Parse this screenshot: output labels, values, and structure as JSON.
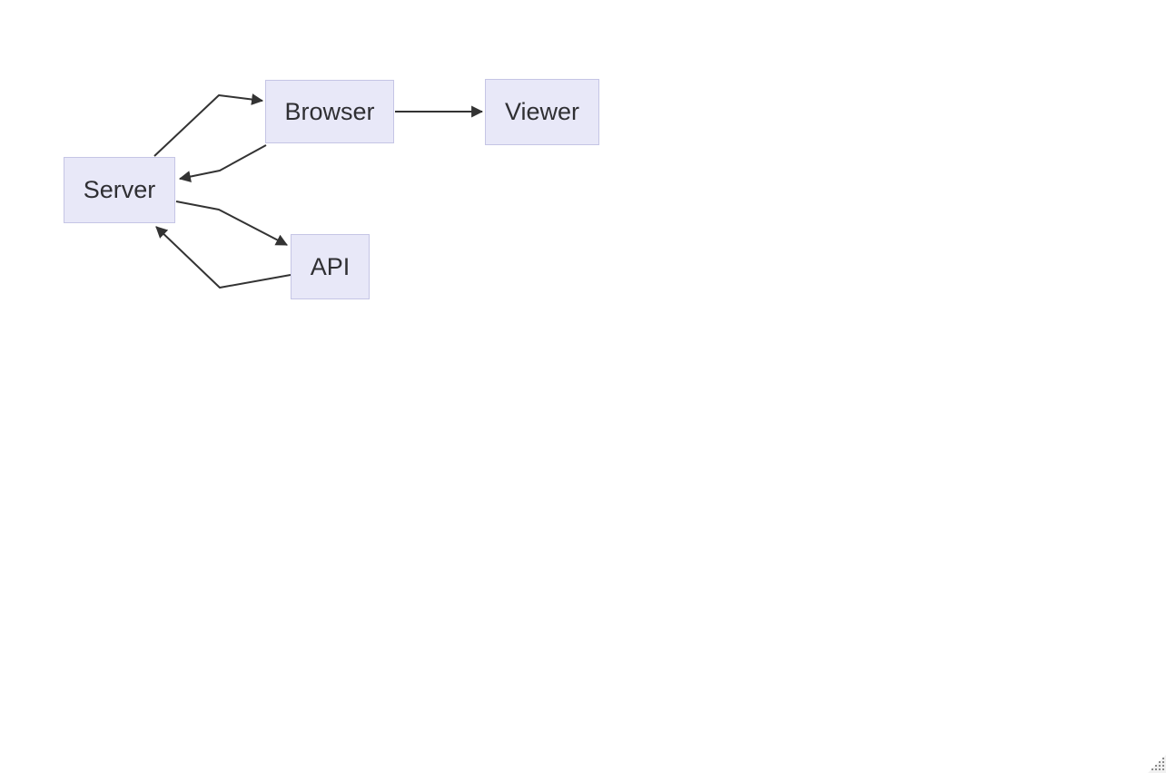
{
  "diagram": {
    "title": "flowchart",
    "nodes": [
      {
        "id": "server",
        "label": "Server"
      },
      {
        "id": "browser",
        "label": "Browser"
      },
      {
        "id": "viewer",
        "label": "Viewer"
      },
      {
        "id": "api",
        "label": "API"
      }
    ],
    "edges": [
      {
        "from": "server",
        "to": "browser",
        "arrow": "arrowhead"
      },
      {
        "from": "browser",
        "to": "server",
        "arrow": "arrowhead"
      },
      {
        "from": "browser",
        "to": "viewer",
        "arrow": "arrowhead"
      },
      {
        "from": "server",
        "to": "api",
        "arrow": "arrowhead"
      },
      {
        "from": "api",
        "to": "server",
        "arrow": "arrowhead"
      }
    ],
    "colors": {
      "node_fill": "#e8e8f8",
      "node_border": "#c5c5e5",
      "node_text": "#2f2f33",
      "edge_stroke": "#333333",
      "background": "#ffffff"
    }
  },
  "icons": {
    "resize_grip": "resize-grip",
    "arrowhead": "solid-triangle-arrowhead"
  }
}
